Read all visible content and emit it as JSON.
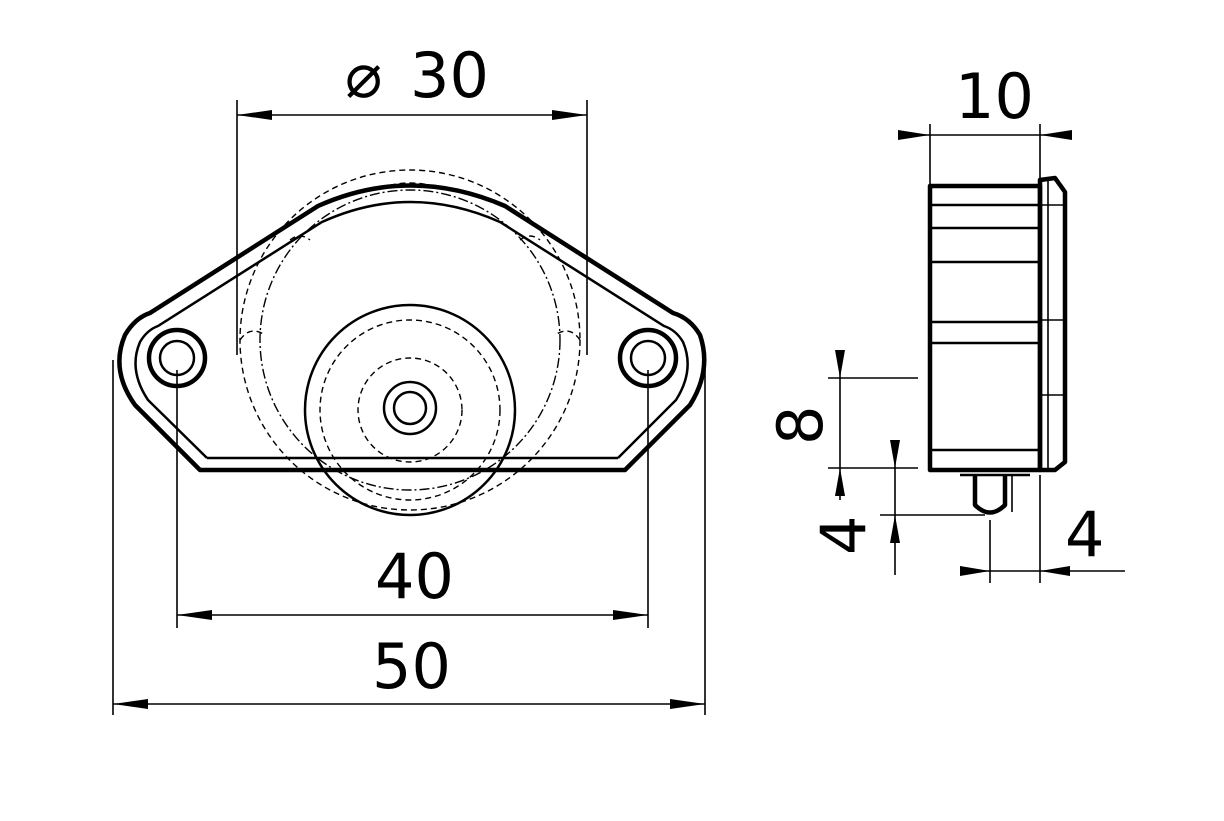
{
  "drawing": {
    "dimensions": {
      "diameter": {
        "symbol": "⌀",
        "value": "30"
      },
      "width_top": "10",
      "hole_spacing": "40",
      "overall_width": "50",
      "height_8": "8",
      "height_4": "4",
      "offset_4": "4"
    }
  }
}
